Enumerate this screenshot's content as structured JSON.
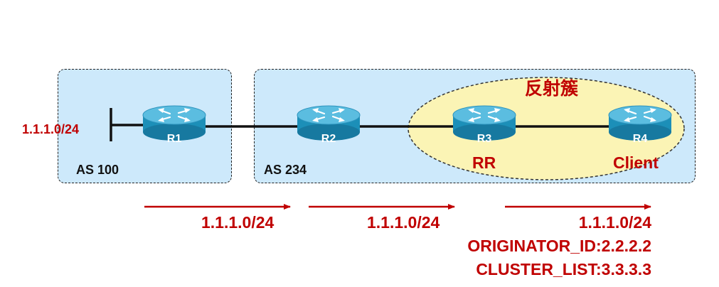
{
  "colors": {
    "as_fill": "#cde9fb",
    "cluster_fill": "#fbf4b5",
    "accent_red": "#c00000",
    "router_body": "#1c8fb8",
    "router_top": "#5bbde0"
  },
  "prefix_left": "1.1.1.0/24",
  "as_regions": [
    {
      "label": "AS 100"
    },
    {
      "label": "AS 234"
    }
  ],
  "cluster": {
    "label": "反射簇"
  },
  "routers": [
    {
      "name": "R1",
      "icon": "router-icon"
    },
    {
      "name": "R2",
      "icon": "router-icon"
    },
    {
      "name": "R3",
      "icon": "router-icon",
      "role": "RR"
    },
    {
      "name": "R4",
      "icon": "router-icon",
      "role": "Client"
    }
  ],
  "advertisements": [
    {
      "lines": [
        "1.1.1.0/24"
      ]
    },
    {
      "lines": [
        "1.1.1.0/24"
      ]
    },
    {
      "lines": [
        "1.1.1.0/24",
        "ORIGINATOR_ID:2.2.2.2",
        "CLUSTER_LIST:3.3.3.3"
      ]
    }
  ]
}
